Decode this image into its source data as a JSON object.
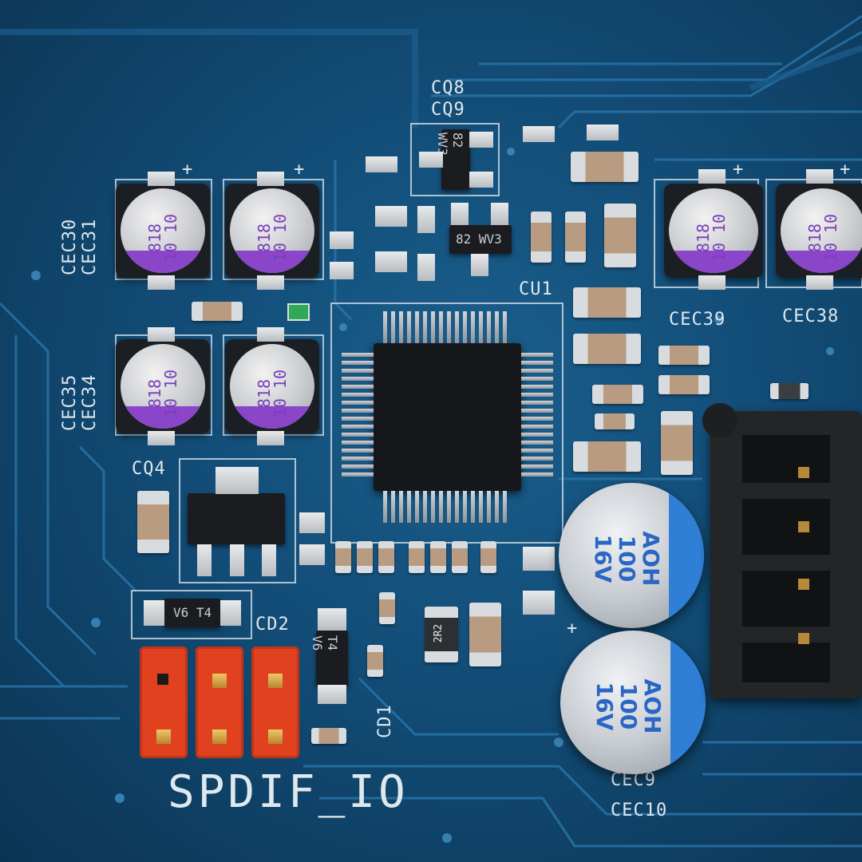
{
  "silkscreen": {
    "cq8": "CQ8",
    "cq9": "CQ9",
    "cec30": "CEC30",
    "cec31": "CEC31",
    "cec35": "CEC35",
    "cec34": "CEC34",
    "cec39": "CEC39",
    "cec38": "CEC38",
    "cu1": "CU1",
    "cq4": "CQ4",
    "cd2": "CD2",
    "cd1": "CD1",
    "cec9": "CEC9",
    "cec10": "CEC10",
    "spdif": "SPDIF_IO",
    "plus": "+"
  },
  "markings": {
    "small_cap": [
      "818",
      "10",
      "10"
    ],
    "big_cap": [
      "AOH",
      "100",
      "16V"
    ],
    "sot_wv3": "WV3",
    "sot_82": "82",
    "diode": "T4",
    "diode_sub": "V6",
    "resistor": "2R2"
  },
  "colors": {
    "pcb": "#124c76",
    "silkscreen": "#dfe8ee",
    "small_cap_stripe": "#8a45c9",
    "big_cap_stripe": "#2f7fd6",
    "header": "#e0411e"
  }
}
